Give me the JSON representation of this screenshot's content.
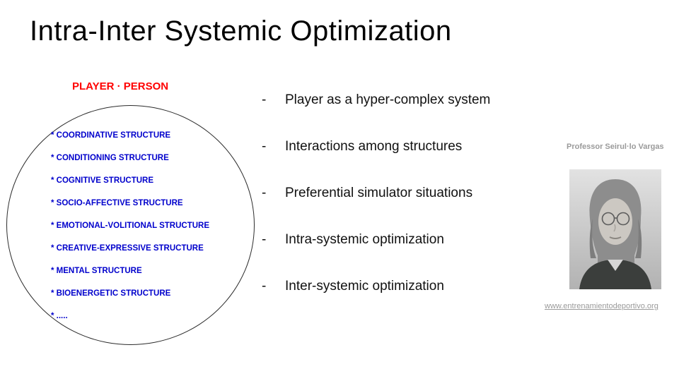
{
  "title": "Intra-Inter Systemic Optimization",
  "colors": {
    "heading_red": "#ff0000",
    "structure_blue": "#0000cc",
    "credit_gray": "#9a9a9a",
    "text_black": "#111111"
  },
  "player_section": {
    "heading": "PLAYER · PERSON",
    "items": [
      "* COORDINATIVE STRUCTURE",
      "* CONDITIONING STRUCTURE",
      "* COGNITIVE STRUCTURE",
      "* SOCIO-AFFECTIVE STRUCTURE",
      "* EMOTIONAL-VOLITIONAL STRUCTURE",
      "* CREATIVE-EXPRESSIVE STRUCTURE",
      "* MENTAL STRUCTURE",
      "* BIOENERGETIC STRUCTURE",
      "* ....."
    ]
  },
  "bullets": {
    "marker": "-",
    "items": [
      "Player as a hyper-complex system",
      "Interactions among structures",
      "Preferential simulator situations",
      "Intra-systemic optimization",
      "Inter-systemic optimization"
    ]
  },
  "credit": {
    "caption": "Professor Seirul·lo Vargas",
    "photo_alt": "portrait-photo",
    "link": "www.entrenamientodeportivo.org"
  }
}
